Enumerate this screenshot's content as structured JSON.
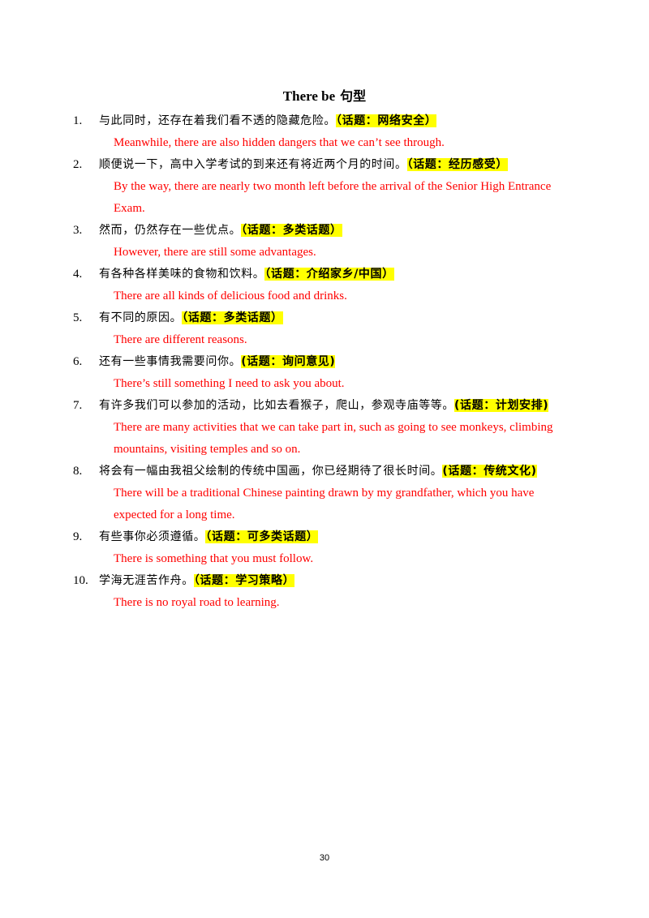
{
  "title": {
    "en": "There be",
    "cn": "句型"
  },
  "items": [
    {
      "num": "1.",
      "cn": "与此同时，还存在着我们看不透的隐藏危险。",
      "topic": "（话题：网络安全）",
      "en": "Meanwhile, there are also hidden dangers that we can’t see through."
    },
    {
      "num": "2.",
      "cn": "顺便说一下，高中入学考试的到来还有将近两个月的时间。",
      "topic": "（话题：经历感受）",
      "en": "By the way, there are nearly two month left before the arrival of the Senior High Entrance Exam."
    },
    {
      "num": "3.",
      "cn": "然而，仍然存在一些优点。",
      "topic": "（话题：多类话题）",
      "en": "However, there are still some advantages."
    },
    {
      "num": "4.",
      "cn": "有各种各样美味的食物和饮料。",
      "topic": "（话题：介绍家乡/中国）",
      "en": "There are all kinds of delicious food and drinks."
    },
    {
      "num": "5.",
      "cn": "有不同的原因。",
      "topic": "（话题：多类话题）",
      "en": "There are different reasons."
    },
    {
      "num": "6.",
      "cn": "还有一些事情我需要问你。",
      "topic": "(话题：询问意见)",
      "en": "There’s still something I need to ask you about."
    },
    {
      "num": "7.",
      "cn": "有许多我们可以参加的活动，比如去看猴子，爬山，参观寺庙等等。",
      "topic": "(话题：计划安排)",
      "en": "There are many activities that we can take part in, such as going to see monkeys, climbing mountains, visiting temples and so on."
    },
    {
      "num": "8.",
      "cn": "将会有一幅由我祖父绘制的传统中国画，你已经期待了很长时间。",
      "topic": "(话题：传统文化)",
      "en": "There will be a traditional Chinese painting drawn by my grandfather, which you have expected for a long time."
    },
    {
      "num": "9.",
      "cn": "有些事你必须遵循。",
      "topic": "（话题：可多类话题）",
      "en": "There is something that you must follow."
    },
    {
      "num": "10.",
      "cn": "学海无涯苦作舟。",
      "topic": "（话题：学习策略）",
      "en": "There is no royal road to learning."
    }
  ],
  "page_number": "30"
}
